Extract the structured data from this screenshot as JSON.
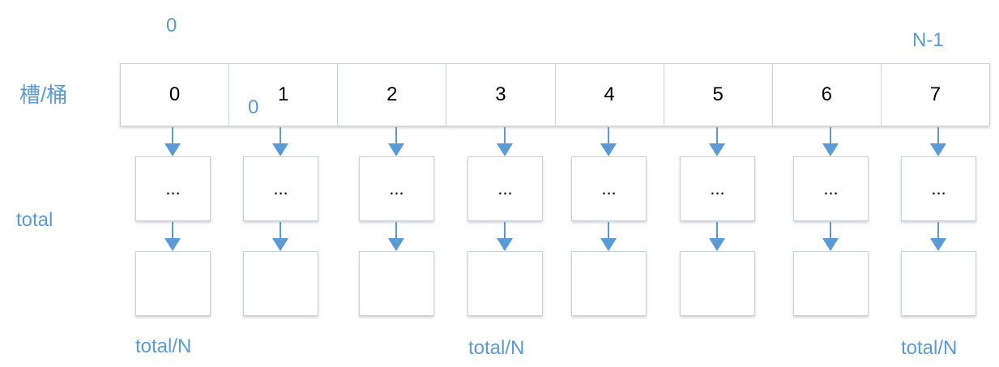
{
  "labels": {
    "top_zero": "0",
    "n_minus_1": "N-1",
    "row_label": "槽/桶",
    "inner_zero": "0",
    "total": "total",
    "total_n_left": "total/N",
    "total_n_mid": "total/N",
    "total_n_right": "total/N"
  },
  "slots": [
    "0",
    "1",
    "2",
    "3",
    "4",
    "5",
    "6",
    "7"
  ],
  "ellipsis": "...",
  "colors": {
    "accent": "#5b9bd5",
    "border": "#c9d3de"
  }
}
